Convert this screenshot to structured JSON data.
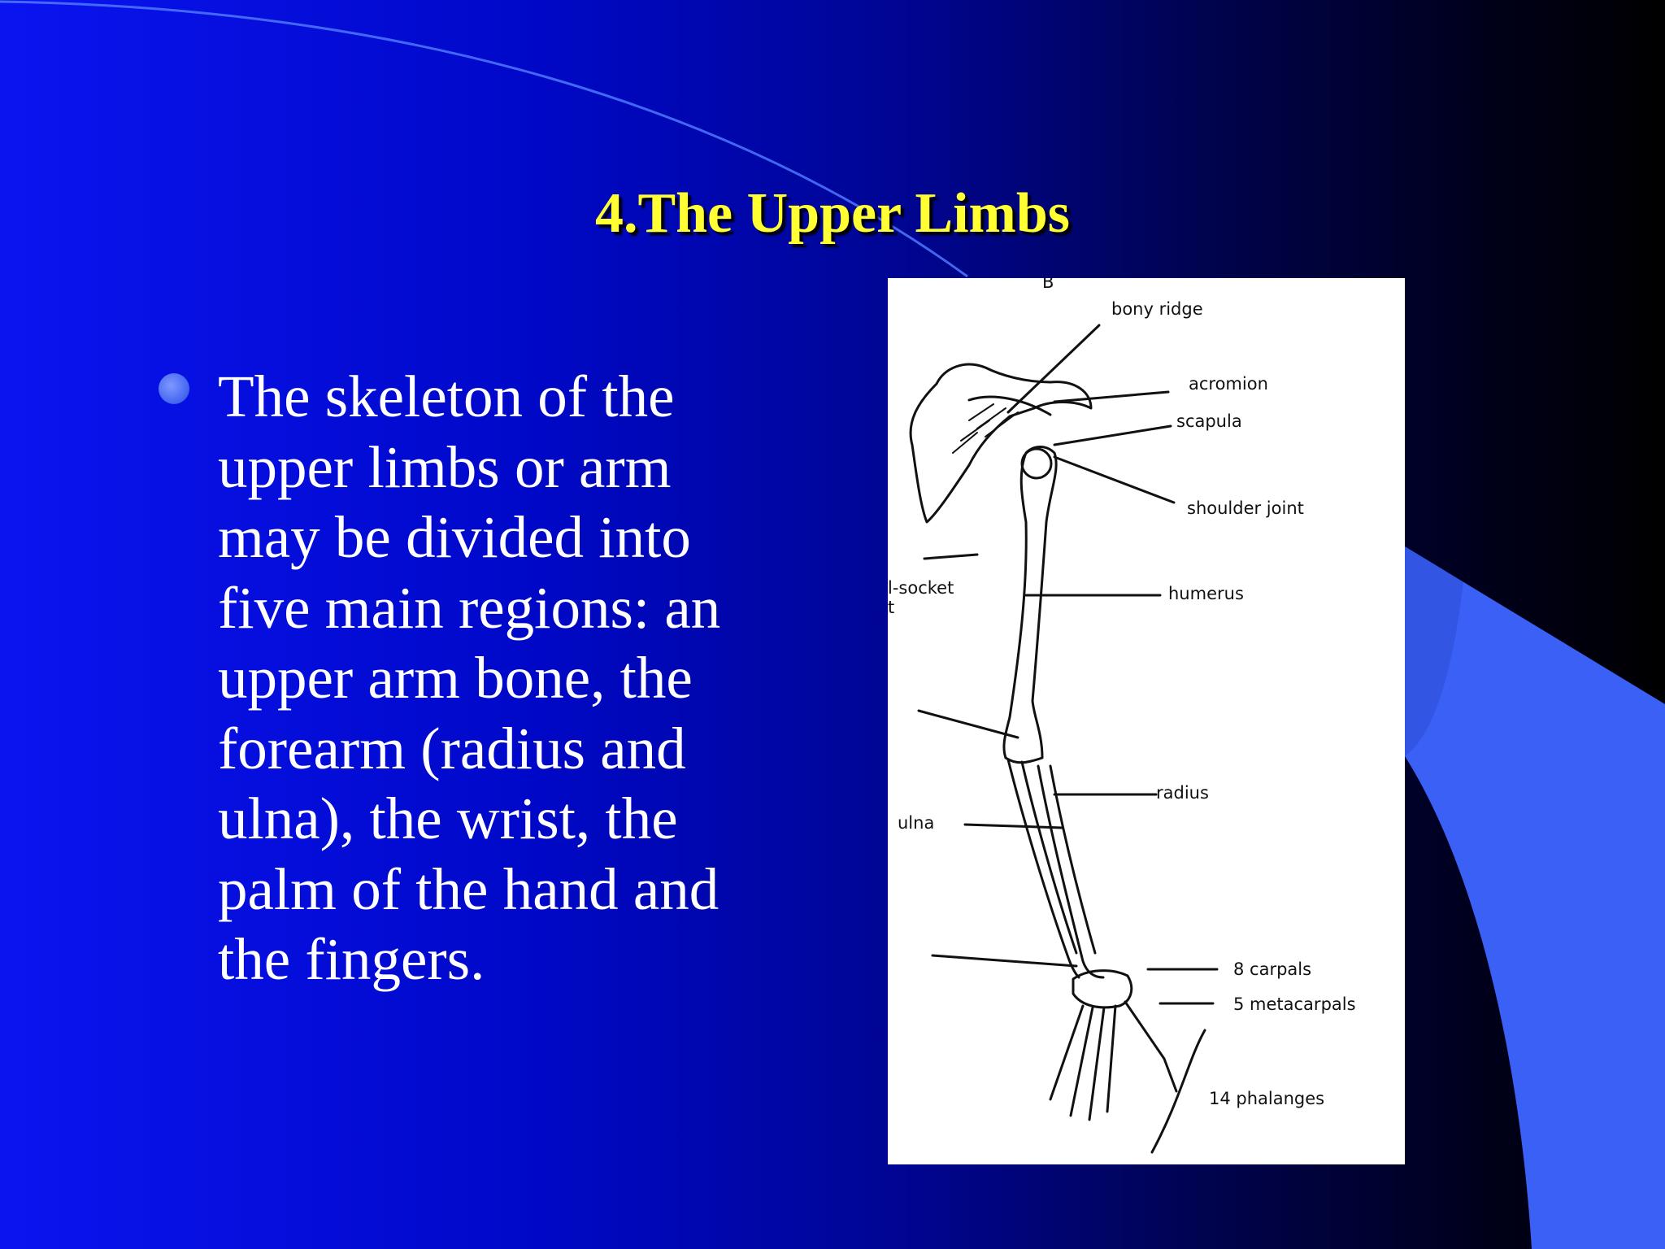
{
  "slide": {
    "title": "4.The Upper Limbs",
    "bullet_lines": [
      "The skeleton of the",
      "upper limbs or arm",
      "may be divided into",
      "five main regions: an",
      "upper arm bone, the",
      "forearm (radius and",
      "ulna), the wrist, the",
      "palm of the hand and",
      "the fingers."
    ]
  },
  "figure": {
    "labels": {
      "panel_letter": "B",
      "bony_ridge": "bony ridge",
      "acromion": "acromion",
      "scapula": "scapula",
      "shoulder_joint": "shoulder joint",
      "socket_fragment": "l-socket",
      "socket_fragment_2": "t",
      "humerus": "humerus",
      "radius": "radius",
      "ulna": "ulna",
      "carpals": "8 carpals",
      "metacarpals": "5 metacarpals",
      "phalanges": "14 phalanges"
    }
  },
  "colors": {
    "title": "#ffff33",
    "text": "#ffffff",
    "bullet": "#4a6cf2",
    "accent_shape": "#3a5ef0"
  }
}
